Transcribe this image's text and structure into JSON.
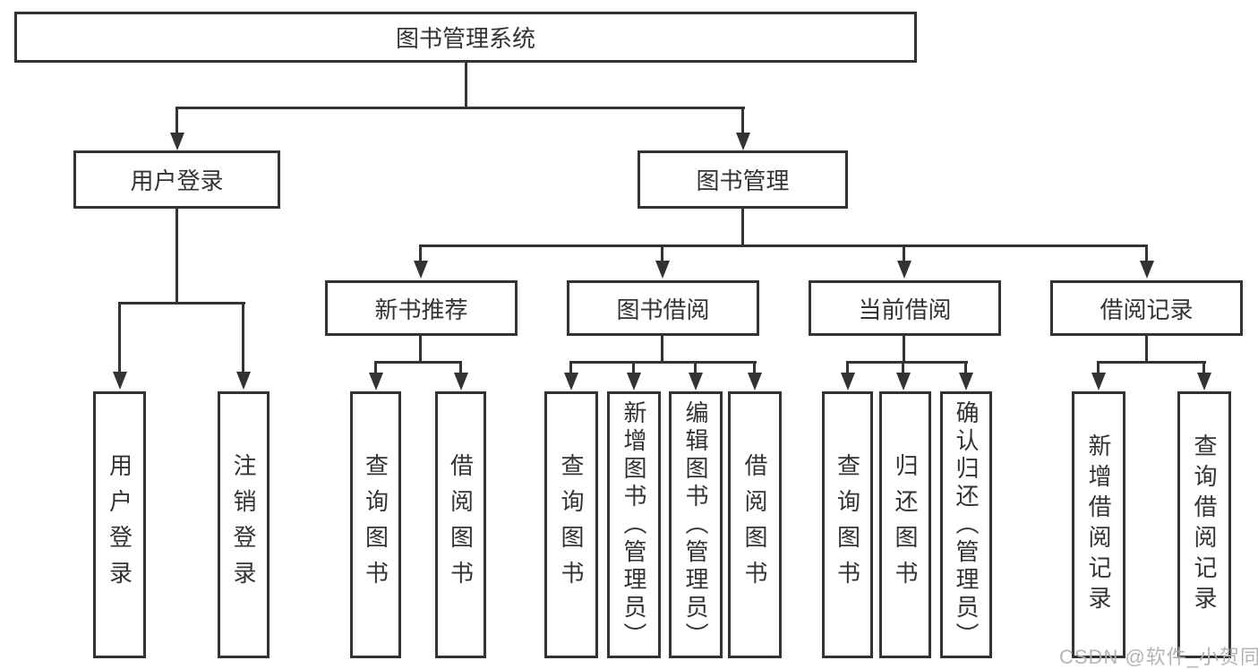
{
  "tree": {
    "label": "图书管理系统",
    "children": [
      {
        "label": "用户登录",
        "children": [
          {
            "label": "用户登录"
          },
          {
            "label": "注销登录"
          }
        ]
      },
      {
        "label": "图书管理",
        "children": [
          {
            "label": "新书推荐",
            "children": [
              {
                "label": "查询图书"
              },
              {
                "label": "借阅图书"
              }
            ]
          },
          {
            "label": "图书借阅",
            "children": [
              {
                "label": "查询图书"
              },
              {
                "label": "新增图书（管理员）"
              },
              {
                "label": "编辑图书（管理员）"
              },
              {
                "label": "借阅图书"
              }
            ]
          },
          {
            "label": "当前借阅",
            "children": [
              {
                "label": "查询图书"
              },
              {
                "label": "归还图书"
              },
              {
                "label": "确认归还（管理员）"
              }
            ]
          },
          {
            "label": "借阅记录",
            "children": [
              {
                "label": "新增借阅记录"
              },
              {
                "label": "查询借阅记录"
              }
            ]
          }
        ]
      }
    ]
  },
  "watermark": "CSDN @软件_小贺同学",
  "colors": {
    "line": "#333333",
    "text": "#333333",
    "background": "#ffffff",
    "watermark": "#b0b0b0"
  }
}
